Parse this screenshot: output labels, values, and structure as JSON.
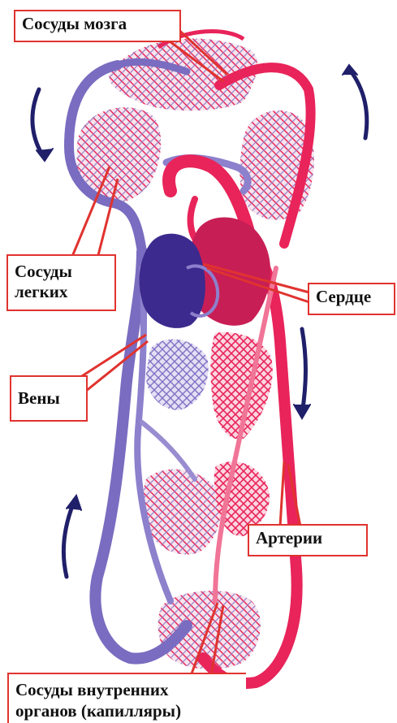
{
  "labels": {
    "brain": "Сосуды мозга",
    "lungs": [
      "Сосуды",
      "легких"
    ],
    "heart": "Сердце",
    "veins": "Вены",
    "arteries": "Артерии",
    "organs": [
      "Сосуды внутренних",
      "органов (капилляры)"
    ]
  },
  "colors": {
    "artery": "#e8245a",
    "artery_light": "#f07597",
    "vein": "#7a6cc0",
    "vein_dark": "#3c2a8e",
    "arrow": "#1f1f6a",
    "label_border": "#e0332f"
  }
}
